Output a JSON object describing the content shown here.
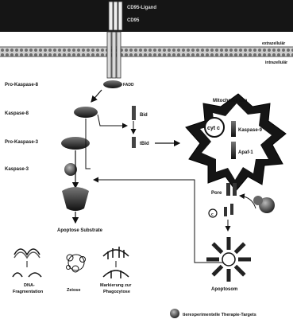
{
  "receptor": {
    "ligand_label": "CD95-Ligand",
    "receptor_label": "CD95",
    "adapter_label": "FADD"
  },
  "membrane": {
    "extracellular_label": "extrazellulär",
    "intracellular_label": "intrazellulär"
  },
  "cascade": {
    "pro_caspase8": "Pro-Kaspase-8",
    "caspase8": "Kaspase-8",
    "pro_caspase3": "Pro-Kaspase-3",
    "caspase3": "Kaspase-3",
    "bid": "Bid",
    "tbid": "tBid"
  },
  "mitochondrion": {
    "title": "Mitochondrium",
    "cytc": "cyt c",
    "caspase9": "Kaspase-9",
    "apaf1": "Apaf-1",
    "pore": "Pore",
    "small_c": "c",
    "apoptosome": "Apoptosom"
  },
  "outcomes": {
    "substrates": "Apoptose Substrate",
    "dna1": "DNA-",
    "dna2": "Fragmentation",
    "zeiose": "Zeiose",
    "marker1": "Markierung zur",
    "marker2": "Phagozytose"
  },
  "legend": {
    "therapy_targets": "tierexperimentelle Therapie-Targets"
  }
}
